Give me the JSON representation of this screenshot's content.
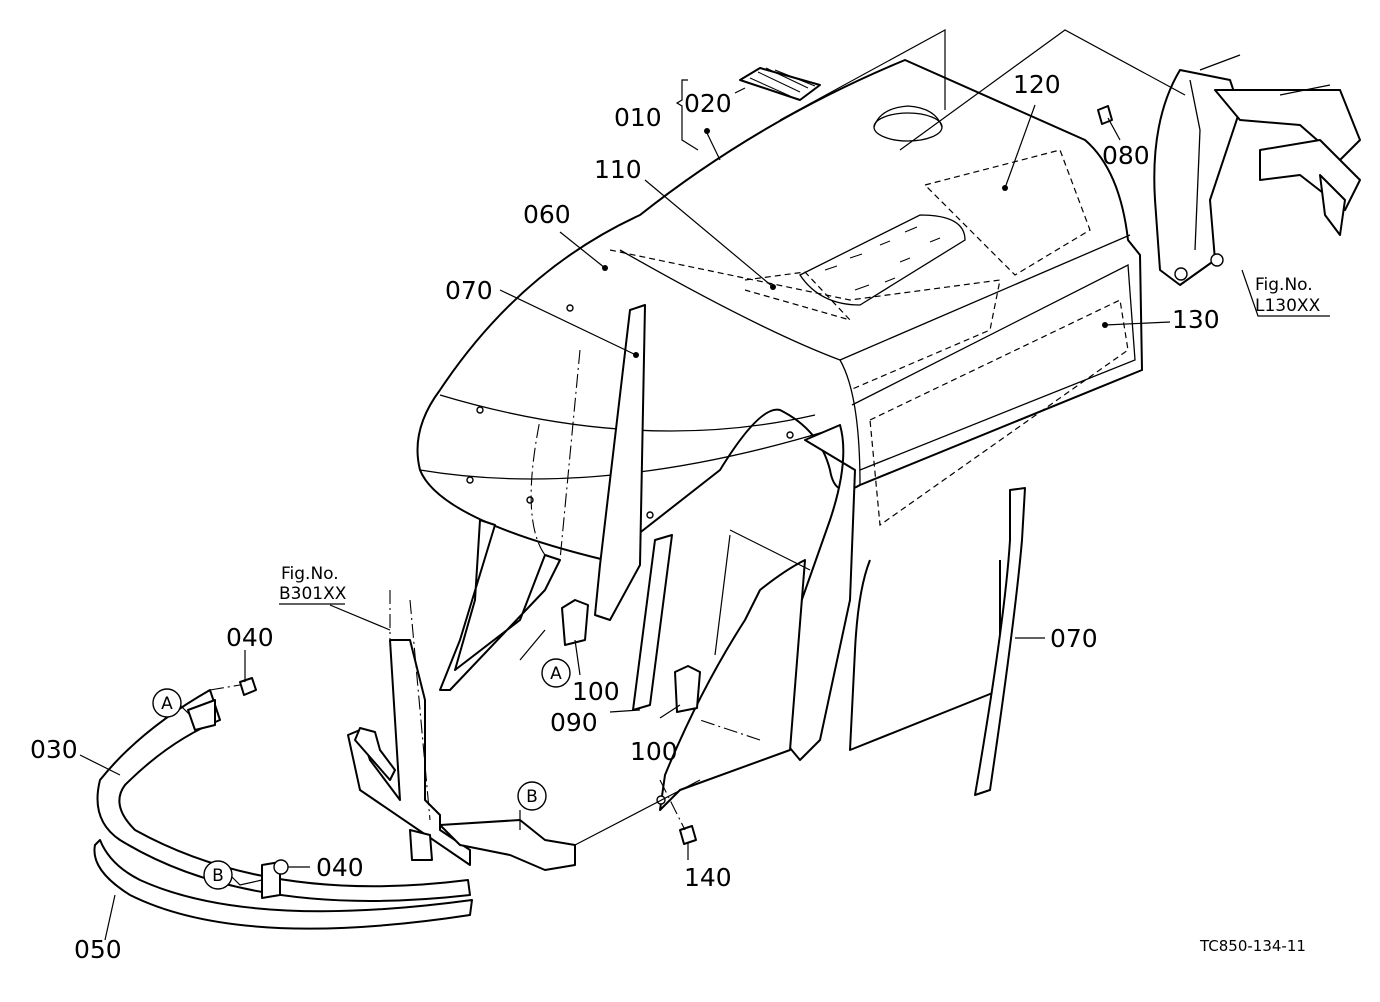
{
  "part_labels": {
    "p010": "010",
    "p020": "020",
    "p110": "110",
    "p060": "060",
    "p070_top": "070",
    "p120": "120",
    "p080": "080",
    "p130": "130",
    "p070_right": "070",
    "p040_top": "040",
    "p030": "030",
    "p040_bottom": "040",
    "p050": "050",
    "p100_left": "100",
    "p090": "090",
    "p100_right": "100",
    "p140": "140"
  },
  "references": {
    "fig_b_line1": "Fig.No.",
    "fig_b_line2": "B301XX",
    "fig_l_line1": "Fig.No.",
    "fig_l_line2": "L130XX",
    "mark_a": "A",
    "mark_b": "B"
  },
  "drawing_code": "TC850-134-11"
}
